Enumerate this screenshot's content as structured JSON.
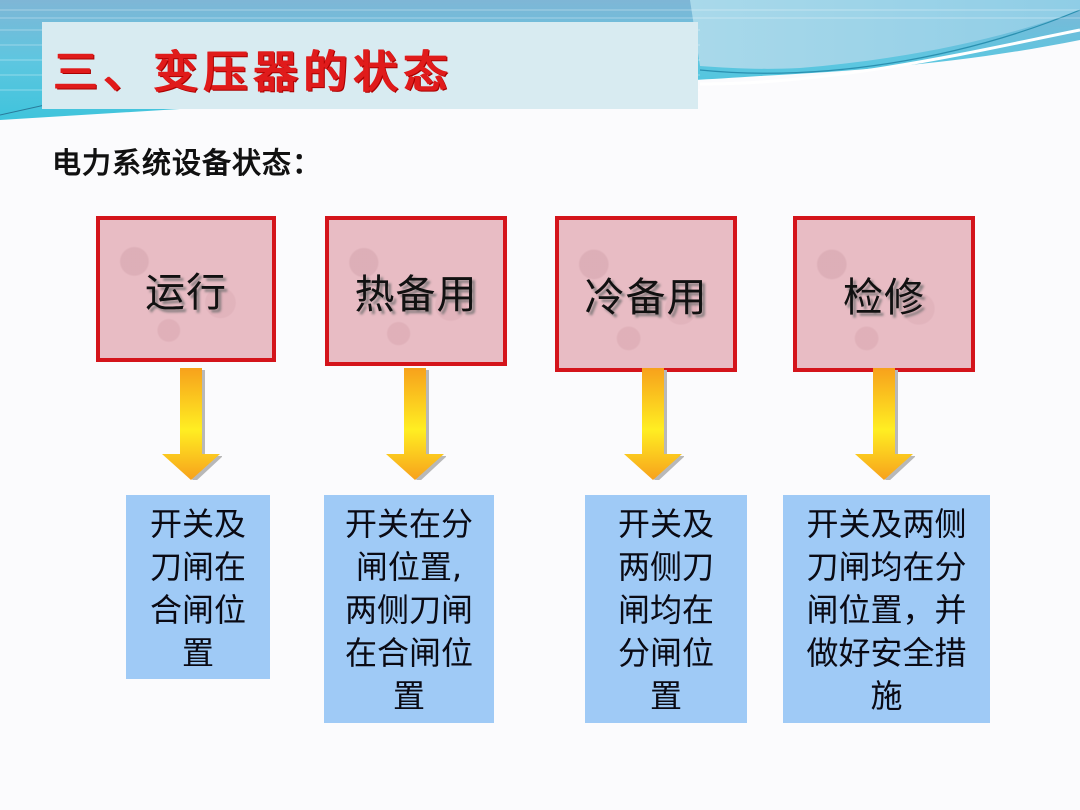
{
  "slide": {
    "title": "三、变压器的状态",
    "subtitle": "电力系统设备状态："
  },
  "colors": {
    "title_red": "#e01b1b",
    "state_border": "#d4141b",
    "state_fill": "#e8bcc4",
    "desc_fill": "#9fcaf6",
    "arrow_yellow": "#ffee22",
    "arrow_orange": "#f7a11c"
  },
  "states": [
    {
      "label": "运行",
      "description_lines": [
        "开关及",
        "刀闸在",
        "合闸位",
        "置"
      ]
    },
    {
      "label": "热备用",
      "description_lines": [
        "开关在分",
        "闸位置,",
        "两侧刀闸",
        "在合闸位",
        "置"
      ]
    },
    {
      "label": "冷备用",
      "description_lines": [
        "开关及",
        "两侧刀",
        "闸均在",
        "分闸位",
        "置"
      ]
    },
    {
      "label": "检修",
      "description_lines": [
        "开关及两侧",
        "刀闸均在分",
        "闸位置，并",
        "做好安全措",
        "施"
      ]
    }
  ]
}
